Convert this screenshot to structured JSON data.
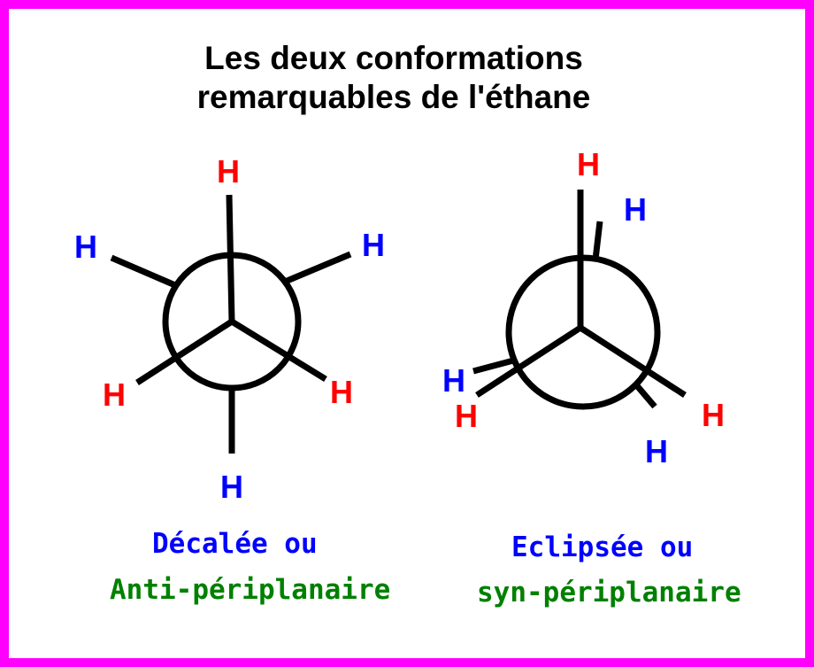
{
  "title": {
    "line1": "Les deux conformations",
    "line2": "remarquables de l'éthane"
  },
  "colors": {
    "frame": "#ff00ff",
    "front_h": "#ff0000",
    "back_h": "#0000ff",
    "caption_line1": "#0000ff",
    "caption_line2": "#008000",
    "bond": "#000000"
  },
  "staggered": {
    "caption_line1": "Décalée ou",
    "caption_line2": "Anti-périplanaire",
    "atoms": {
      "front_top": "H",
      "front_left": "H",
      "front_right": "H",
      "back_upper_left": "H",
      "back_upper_right": "H",
      "back_bottom": "H"
    }
  },
  "eclipsed": {
    "caption_line1": "Eclipsée ou",
    "caption_line2": "syn-périplanaire",
    "atoms": {
      "front_top": "H",
      "front_left": "H",
      "front_right": "H",
      "back_top": "H",
      "back_left": "H",
      "back_right": "H"
    }
  }
}
